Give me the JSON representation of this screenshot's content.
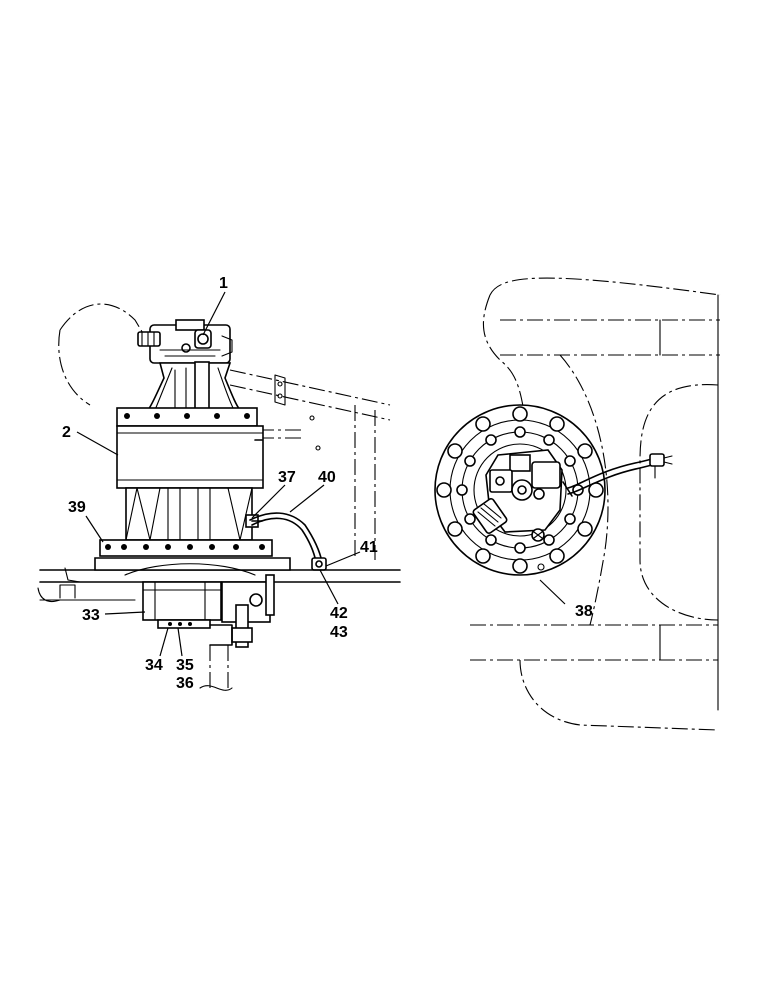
{
  "callouts": {
    "c1": "1",
    "c2": "2",
    "c37": "37",
    "c40": "40",
    "c39": "39",
    "c41": "41",
    "c42": "42",
    "c43": "43",
    "c33": "33",
    "c34": "34",
    "c35": "35",
    "c36": "36",
    "c38": "38"
  }
}
